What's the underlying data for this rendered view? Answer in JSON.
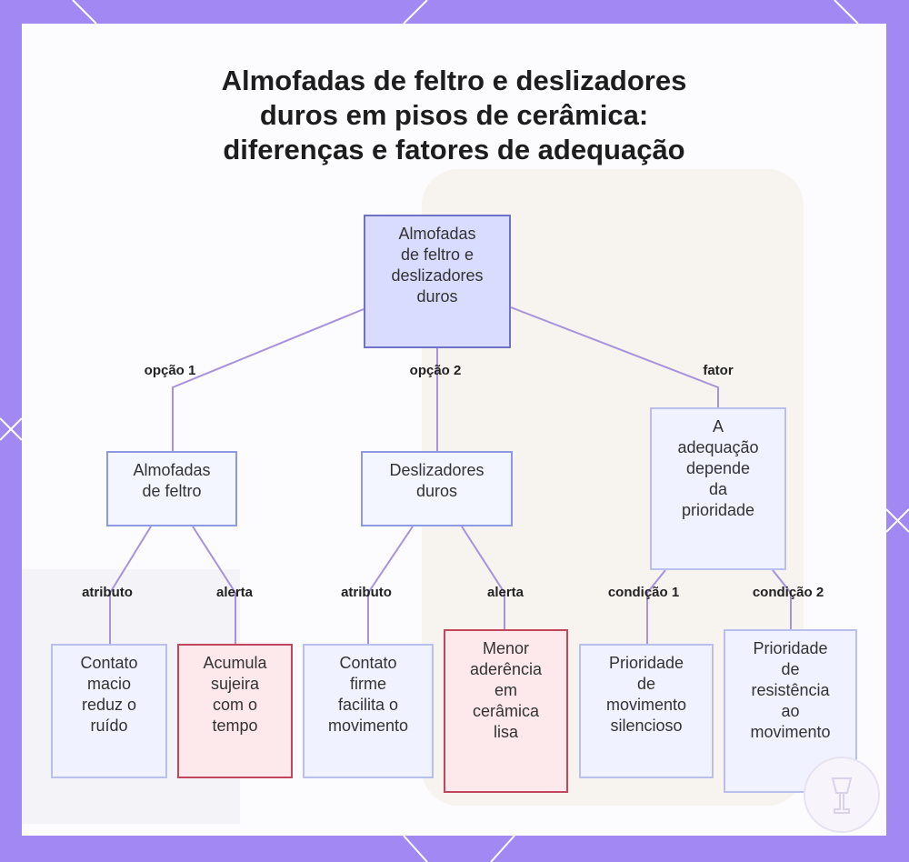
{
  "title_lines": [
    "Almofadas de feltro e deslizadores",
    "duros em pisos de cerâmica:",
    "diferenças e fatores de adequação"
  ],
  "nodes": {
    "root": [
      "Almofadas",
      "de feltro e",
      "deslizadores",
      "duros"
    ],
    "felt": [
      "Almofadas",
      "de feltro"
    ],
    "hard": [
      "Deslizadores",
      "duros"
    ],
    "factor": [
      "A",
      "adequação",
      "depende",
      "da",
      "prioridade"
    ],
    "felt_attr": [
      "Contato",
      "macio",
      "reduz o",
      "ruído"
    ],
    "felt_alert": [
      "Acumula",
      "sujeira",
      "com o",
      "tempo"
    ],
    "hard_attr": [
      "Contato",
      "firme",
      "facilita o",
      "movimento"
    ],
    "hard_alert": [
      "Menor",
      "aderência",
      "em",
      "cerâmica",
      "lisa"
    ],
    "cond1": [
      "Prioridade",
      "de",
      "movimento",
      "silencioso"
    ],
    "cond2": [
      "Prioridade",
      "de",
      "resistência",
      "ao",
      "movimento"
    ]
  },
  "edge_labels": {
    "option1": "opção 1",
    "option2": "opção 2",
    "factor": "fator",
    "felt_attr": "atributo",
    "felt_alert": "alerta",
    "hard_attr": "atributo",
    "hard_alert": "alerta",
    "cond1": "condição 1",
    "cond2": "condição 2"
  },
  "colors": {
    "background": "#a188f2",
    "panel": "#fcfbfd",
    "connector": "#a892dc",
    "root_fill": "#d9dcff",
    "node_border": "#8d99e4",
    "alert_fill": "#fde9ec",
    "alert_border": "#c2465d"
  }
}
